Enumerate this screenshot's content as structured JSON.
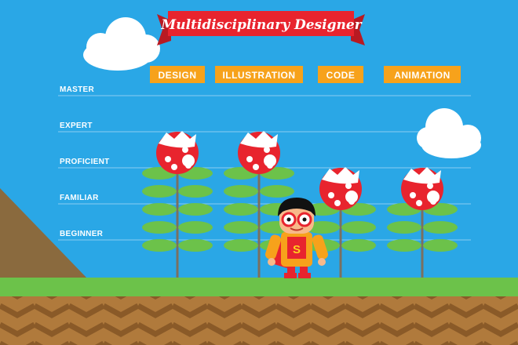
{
  "chart_data": {
    "type": "bar",
    "title": "Multidisciplinary Designer",
    "levels": [
      "MASTER",
      "EXPERT",
      "PROFICIENT",
      "FAMILIAR",
      "BEGINNER"
    ],
    "categories": [
      "DESIGN",
      "ILLUSTRATION",
      "CODE",
      "ANIMATION"
    ],
    "values": [
      "EXPERT",
      "EXPERT",
      "PROFICIENT",
      "PROFICIENT"
    ],
    "grid": true
  },
  "hero": {
    "shirt_letter": "S"
  },
  "colors": {
    "sky": "#2aa7e6",
    "banner": "#e8242e",
    "label_box": "#f7a21b",
    "plant_head": "#e8242e",
    "leaf": "#6cc24a",
    "stem": "#7a7060",
    "grass": "#6cc24a",
    "dirt": "#b07a3c",
    "dirt_dark": "#8a5a28",
    "hill": "#8a6a3e"
  },
  "icons": [
    "cloud-icon",
    "piranha-plant-icon",
    "hero-character-icon"
  ]
}
